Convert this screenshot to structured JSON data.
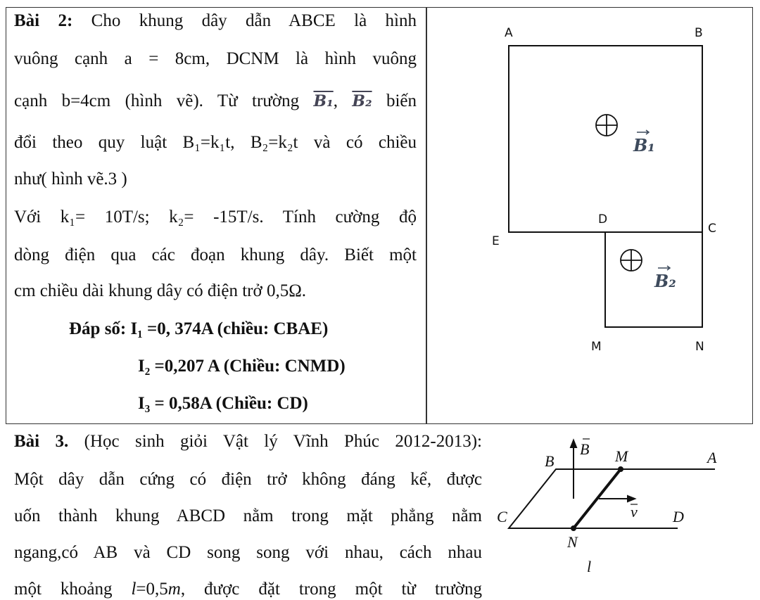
{
  "problem2": {
    "lines": [
      {
        "bold": "Bài 2:",
        "text": " Cho khung dây dẫn ABCE là hình"
      },
      {
        "text": "vuông cạnh a = 8cm, DCNM là hình vuông"
      },
      {
        "pre": "cạnh b=4cm (hình vẽ). Từ trường ",
        "v1": "B₁",
        "mid": ", ",
        "v2": "B₂",
        "post": " biến"
      },
      {
        "text": "đổi theo quy luật B₁=k₁t, B₂=k₂t và có chiều"
      },
      {
        "text": "như( hình vẽ.3 )"
      },
      {
        "text": "Với k₁= 10T/s; k₂= -15T/s. Tính cường độ"
      },
      {
        "text": "dòng điện qua các đoạn khung dây. Biết một"
      },
      {
        "text": "cm chiều dài khung dây có điện trở 0,5Ω."
      }
    ],
    "answers": [
      "Đáp số: I₁ =0, 374A (chiều: CBAE)",
      "I₂ =0,207 A (Chiều: CNMD)",
      "I₃ =  0,58A (Chiều: CD)"
    ],
    "figure": {
      "points": {
        "A": "A",
        "B": "B",
        "C": "C",
        "D": "D",
        "E": "E",
        "M": "M",
        "N": "N"
      },
      "field1": "B₁",
      "field2": "B₂",
      "field_symbol": "into-page-plus-icon",
      "vector_color": "#3d4a5c"
    }
  },
  "problem3": {
    "lines": [
      {
        "bold": "Bài 3.",
        "text": " (Học sinh giỏi Vật lý Vĩnh Phúc 2012-2013):"
      },
      {
        "text": "Một dây dẫn cứng có điện trở không đáng kể, được"
      },
      {
        "text": "uốn thành khung ABCD nằm trong mặt phẳng nằm"
      },
      {
        "text": "ngang,có AB và CD song song với nhau, cách nhau"
      },
      {
        "pre": "một khoảng ",
        "ital": "l",
        "mid": "=0,5",
        "ital2": "m",
        "post": ", được đặt trong một từ trường"
      }
    ],
    "figure": {
      "labels": {
        "A": "A",
        "B": "B",
        "C": "C",
        "D": "D",
        "M": "M",
        "N": "N",
        "field": "B",
        "velocity": "v",
        "length": "l"
      }
    }
  }
}
